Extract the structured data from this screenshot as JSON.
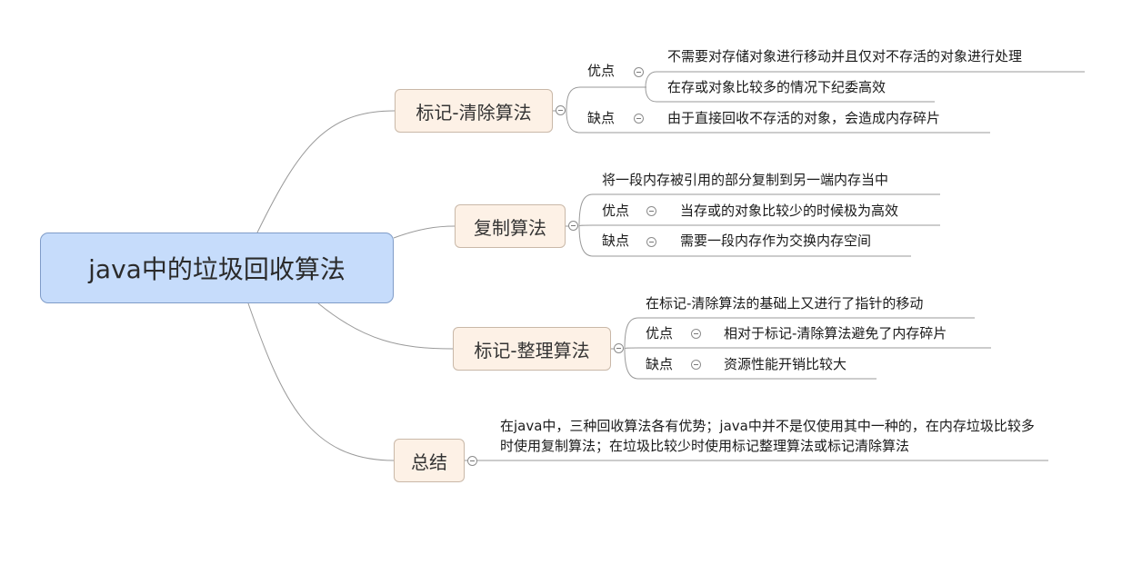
{
  "root": {
    "label": "java中的垃圾回收算法"
  },
  "branches": [
    {
      "label": "标记-清除算法",
      "items": [
        {
          "label": "优点",
          "details": [
            "不需要对存储对象进行移动并且仅对不存活的对象进行处理",
            "在存或对象比较多的情况下纪委高效"
          ]
        },
        {
          "label": "缺点",
          "details": [
            "由于直接回收不存活的对象，会造成内存碎片"
          ]
        }
      ]
    },
    {
      "label": "复制算法",
      "description": "将一段内存被引用的部分复制到另一端内存当中",
      "items": [
        {
          "label": "优点",
          "details": [
            "当存或的对象比较少的时候极为高效"
          ]
        },
        {
          "label": "缺点",
          "details": [
            "需要一段内存作为交换内存空间"
          ]
        }
      ]
    },
    {
      "label": "标记-整理算法",
      "description": "在标记-清除算法的基础上又进行了指针的移动",
      "items": [
        {
          "label": "优点",
          "details": [
            "相对于标记-清除算法避免了内存碎片"
          ]
        },
        {
          "label": "缺点",
          "details": [
            "资源性能开销比较大"
          ]
        }
      ]
    },
    {
      "label": "总结",
      "summary": "在java中，三种回收算法各有优势；java中并不是仅使用其中一种的，在内存垃圾比较多时使用复制算法；在垃圾比较少时使用标记整理算法或标记清除算法"
    }
  ],
  "colors": {
    "root_fill": "#c6dcfb",
    "branch_fill": "#fdf1e6",
    "connector": "#9a9a9a"
  }
}
